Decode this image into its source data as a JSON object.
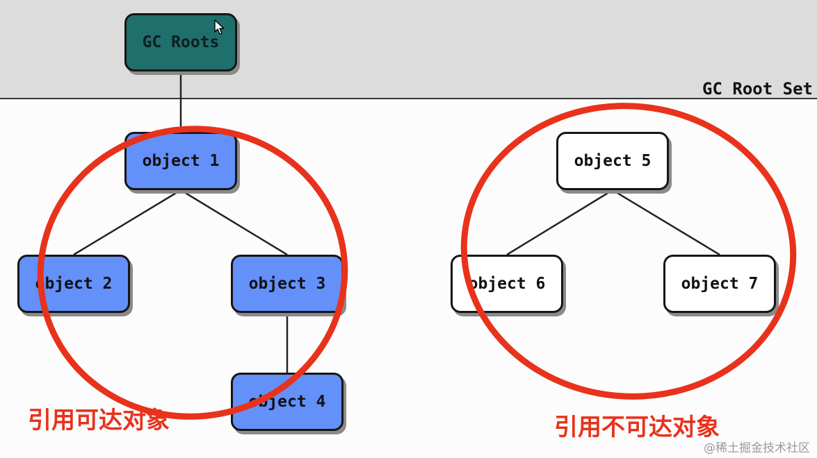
{
  "root_set": {
    "label": "GC Root Set"
  },
  "nodes": {
    "gc_roots": "GC Roots",
    "object_1": "object 1",
    "object_2": "object 2",
    "object_3": "object 3",
    "object_4": "object 4",
    "object_5": "object 5",
    "object_6": "object 6",
    "object_7": "object 7"
  },
  "captions": {
    "reachable": "引用可达对象",
    "unreachable": "引用不可达对象"
  },
  "watermark": "@稀土掘金技术社区",
  "colors": {
    "gc_roots_fill": "#1f6f6d",
    "reachable_fill": "#6490fa",
    "unreachable_fill": "#ffffff",
    "annotation_red": "#e8321c",
    "root_band": "#dcdcdc"
  }
}
